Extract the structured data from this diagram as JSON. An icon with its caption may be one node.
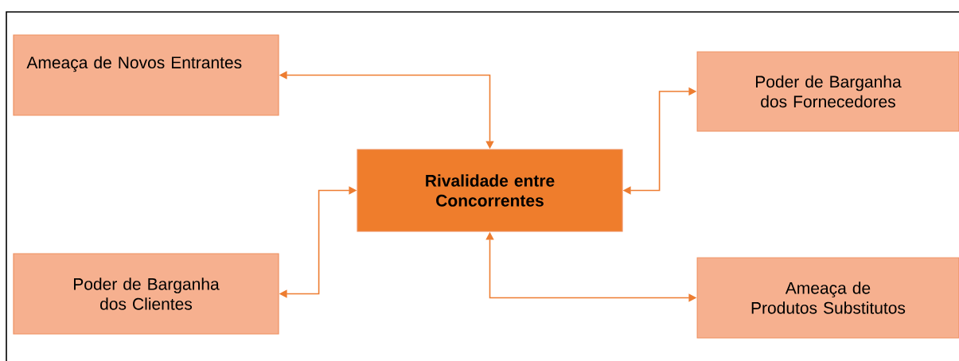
{
  "diagram": {
    "nodes": [
      {
        "text": [
          "Ameaça de Novos Entrantes"
        ]
      },
      {
        "text": [
          "Poder de Barganha dos Fornecedores"
        ]
      },
      {
        "text": [
          "Rivalidade entre Concorrentes"
        ]
      },
      {
        "text": [
          "Poder de Barganha dos Clientes"
        ]
      },
      {
        "text": [
          "Ameaça de Produtos Substitutos"
        ]
      }
    ],
    "edges": [
      {
        "from": 0,
        "to": 2,
        "arrow": "both"
      },
      {
        "from": 2,
        "to": 1,
        "arrow": "both"
      },
      {
        "from": 3,
        "to": 2,
        "arrow": "both"
      },
      {
        "from": 2,
        "to": 4,
        "arrow": "both"
      }
    ]
  }
}
